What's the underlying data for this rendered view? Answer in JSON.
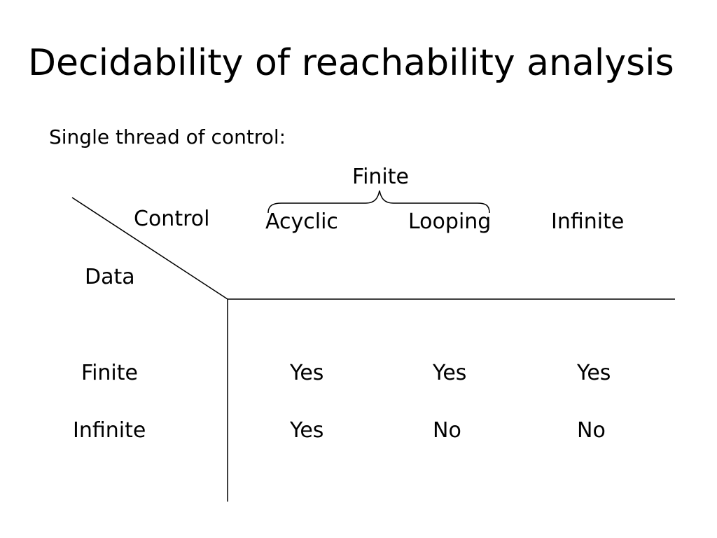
{
  "slide": {
    "title": "Decidability of reachability analysis",
    "subtitle": "Single thread of control:"
  },
  "table": {
    "corner": {
      "control_label": "Control",
      "data_label": "Data"
    },
    "column_group_label": "Finite",
    "columns": [
      "Acyclic",
      "Looping",
      "Infinite"
    ],
    "rows": [
      {
        "label": "Finite",
        "values": [
          "Yes",
          "Yes",
          "Yes"
        ]
      },
      {
        "label": "Infinite",
        "values": [
          "Yes",
          "No",
          "No"
        ]
      }
    ]
  }
}
